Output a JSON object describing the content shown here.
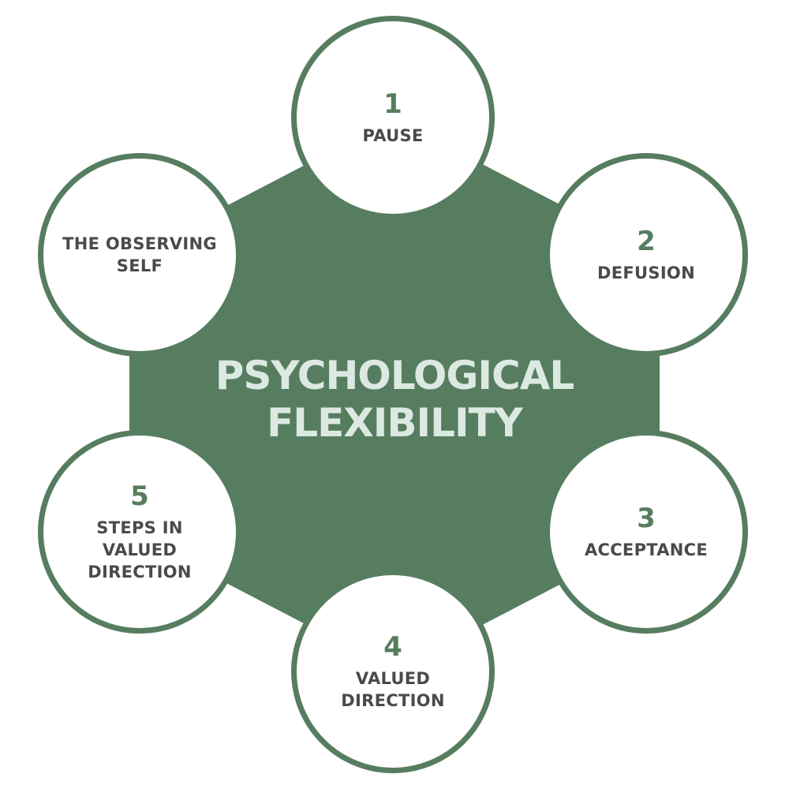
{
  "colors": {
    "accent": "#567d5f",
    "center_text": "#dce9e2",
    "label_text": "#4a4a4a",
    "circle_fill": "#ffffff"
  },
  "center": {
    "title_line1": "PSYCHOLOGICAL",
    "title_line2": "FLEXIBILITY"
  },
  "nodes": [
    {
      "number": "1",
      "label": "PAUSE"
    },
    {
      "number": "2",
      "label": "DEFUSION"
    },
    {
      "number": "3",
      "label": "ACCEPTANCE"
    },
    {
      "number": "4",
      "label": "VALUED\nDIRECTION"
    },
    {
      "number": "5",
      "label": "STEPS IN\nVALUED\nDIRECTION"
    },
    {
      "number": "",
      "label": "THE OBSERVING\nSELF"
    }
  ]
}
